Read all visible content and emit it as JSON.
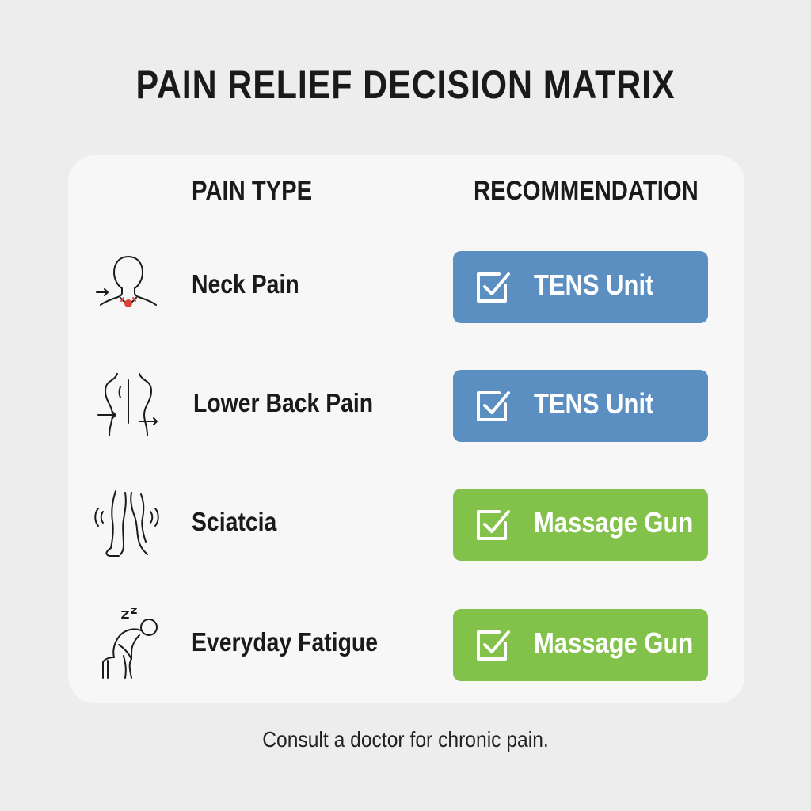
{
  "title": "PAIN RELIEF DECISION MATRIX",
  "columns": {
    "pain_type": "PAIN TYPE",
    "recommendation": "RECOMMENDATION"
  },
  "rows": [
    {
      "pain": "Neck Pain",
      "icon": "neck-pain-icon",
      "recommendation": "TENS Unit",
      "color": "#5b8fc2"
    },
    {
      "pain": "Lower Back Pain",
      "icon": "lower-back-icon",
      "recommendation": "TENS Unit",
      "color": "#5b8fc2"
    },
    {
      "pain": "Sciatcia",
      "icon": "legs-icon",
      "recommendation": "Massage Gun",
      "color": "#83c24a"
    },
    {
      "pain": "Everyday Fatigue",
      "icon": "tired-person-icon",
      "recommendation": "Massage Gun",
      "color": "#83c24a"
    }
  ],
  "icons": {
    "check": "checkbox-check-icon"
  },
  "footnote": "Consult a doctor for chronic pain."
}
